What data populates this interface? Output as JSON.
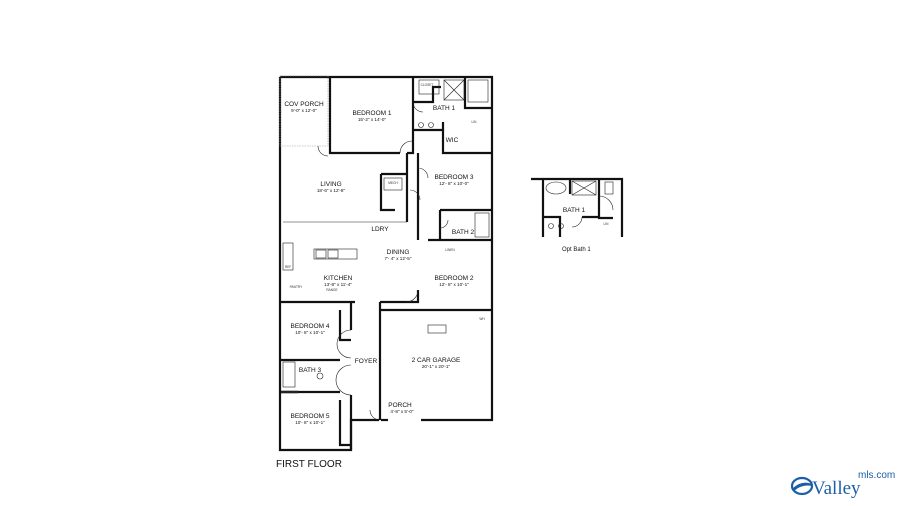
{
  "floor_label": "FIRST FLOOR",
  "opt_label": "Opt Bath 1",
  "rooms": {
    "cov_porch": {
      "name": "COV PORCH",
      "dim": "9'-0\" x 12'-0\""
    },
    "bedroom1": {
      "name": "BEDROOM 1",
      "dim": "15'-2\" x 14'-0\""
    },
    "bath1": {
      "name": "BATH 1"
    },
    "closet": {
      "name": "CLOSET"
    },
    "wic": {
      "name": "WIC"
    },
    "lin1": {
      "name": "LIN"
    },
    "living": {
      "name": "LIVING",
      "dim": "18'-6\" x 12'-8\""
    },
    "mech": {
      "name": "MECH"
    },
    "bedroom3": {
      "name": "BEDROOM 3",
      "dim": "12'- 8\" x 10'-0\""
    },
    "ldry": {
      "name": "LDRY"
    },
    "bath2": {
      "name": "BATH 2"
    },
    "linen": {
      "name": "LINEN"
    },
    "dining": {
      "name": "DINING",
      "dim": "7'- 4\" x 12'-5\""
    },
    "kitchen": {
      "name": "KITCHEN",
      "dim": "13'-8\" x 11'-4\""
    },
    "ref": {
      "name": "REF"
    },
    "pantry": {
      "name": "PANTRY"
    },
    "range": {
      "name": "RANGE"
    },
    "bedroom2": {
      "name": "BEDROOM 2",
      "dim": "12'- 8\" x 10'-1\""
    },
    "bedroom4": {
      "name": "BEDROOM 4",
      "dim": "10'- 8\" x 10'-1\""
    },
    "foyer": {
      "name": "FOYER"
    },
    "garage": {
      "name": "2 CAR GARAGE",
      "dim": "20'-1\" x 20'-1\""
    },
    "wh": {
      "name": "WH"
    },
    "bath3": {
      "name": "BATH 3"
    },
    "porch": {
      "name": "PORCH",
      "dim": "4'-8\" x 5'-0\""
    },
    "bedroom5": {
      "name": "BEDROOM 5",
      "dim": "10'- 8\" x 10'-1\""
    },
    "opt_bath1": {
      "name": "BATH 1"
    },
    "opt_lin": {
      "name": "LIN"
    }
  },
  "logo": {
    "brand": "Valley",
    "suffix": "mls.com",
    "color": "#1a5fa8"
  }
}
